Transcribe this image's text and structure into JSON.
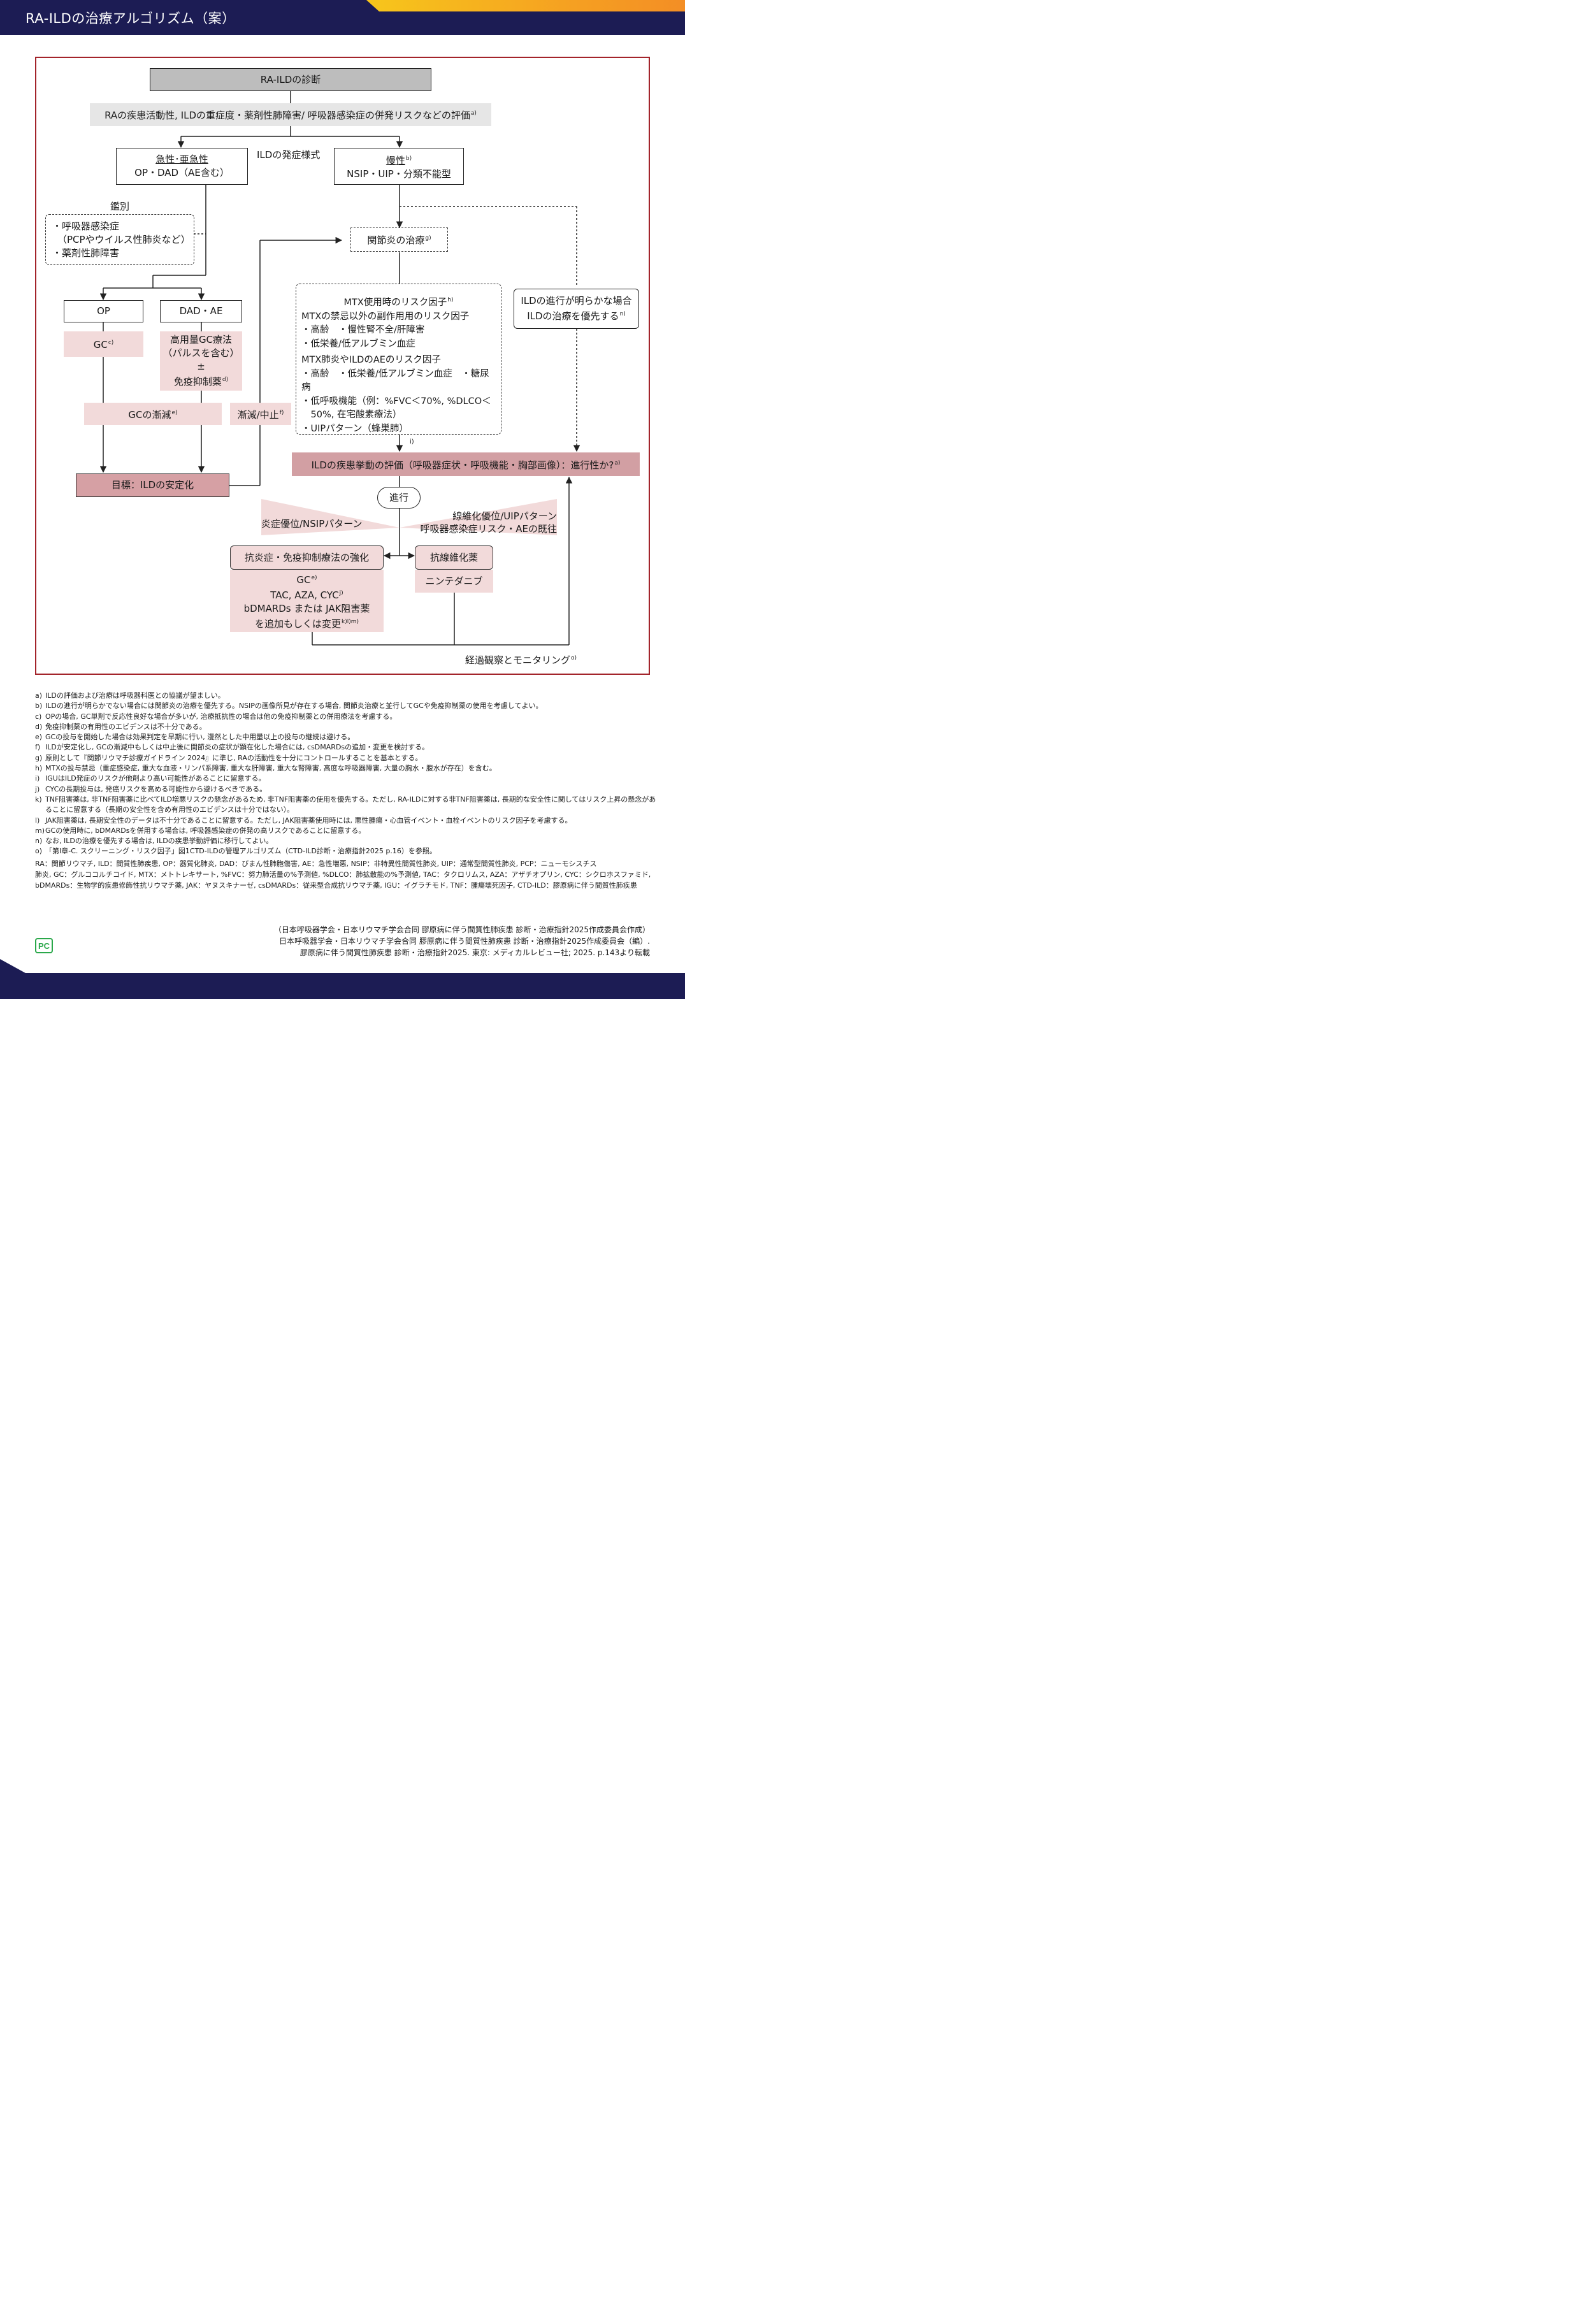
{
  "header": {
    "title": "RA-ILDの治療アルゴリズム（案）"
  },
  "flow": {
    "diagnosis": "RA-ILDの診断",
    "evaluation": "RAの疾患活動性, ILDの重症度・薬剤性肺障害/ 呼吸器感染症の併発リスクなどの評価",
    "evaluation_sup": "a)",
    "onset_label": "ILDの発症様式",
    "acute_line1": "急性･亜急性",
    "acute_line2": "OP・DAD（AE含む）",
    "chronic_line1": "慢性",
    "chronic_sup": "b)",
    "chronic_line2": "NSIP・UIP・分類不能型",
    "differential_label": "鑑別",
    "differential_items": [
      "・呼吸器感染症",
      "（PCPやウイルス性肺炎など）",
      "・薬剤性肺障害"
    ],
    "arthritis_tx": "関節炎の治療",
    "arthritis_sup": "g)",
    "op": "OP",
    "dad_ae": "DAD・AE",
    "gc": "GC",
    "gc_sup": "c)",
    "high_gc_lines": [
      "高用量GC療法",
      "（パルスを含む）",
      "±",
      "免疫抑制薬"
    ],
    "high_gc_sup": "d)",
    "gc_taper": "GCの漸減",
    "gc_taper_sup": "e)",
    "taper_stop": "漸減/中止",
    "taper_stop_sup": "f)",
    "target": "目標：ILDの安定化",
    "mtx_risk": {
      "title": "MTX使用時のリスク因子",
      "title_sup": "h)",
      "sub1": "MTXの禁忌以外の副作用用のリスク因子",
      "items1": [
        "・高齢　・慢性腎不全/肝障害",
        "・低栄養/低アルブミン血症"
      ],
      "sub2": "MTX肺炎やILDのAEのリスク因子",
      "items2": [
        "・高齢　・低栄養/低アルブミン血症　・糖尿病",
        "・低呼吸機能（例：%FVC＜70%, %DLCO＜",
        "　50%, 在宅酸素療法）",
        "・UIPパターン（蜂巣肺）"
      ]
    },
    "ild_priority_lines": [
      "ILDの進行が明らかな場合",
      "ILDの治療を優先する"
    ],
    "ild_priority_sup": "n)",
    "i_mark": "i)",
    "progression_eval": "ILDの疾患挙動の評価（呼吸器症状・呼吸機能・胸部画像）：進行性か?",
    "progression_eval_sup": "a)",
    "progress": "進行",
    "inflammation_label": "炎症優位/NSIPパターン",
    "fibrosis_label_lines": [
      "線維化優位/UIPパターン",
      "呼吸器感染症リスク・AEの既往"
    ],
    "anti_inflam": "抗炎症・免疫抑制療法の強化",
    "anti_fibrotic": "抗線維化薬",
    "nintedanib": "ニンテダニブ",
    "anti_inflam_drugs": [
      "GC",
      "TAC, AZA, CYC",
      "bDMARDs または JAK阻害薬",
      "を追加もしくは変更"
    ],
    "anti_inflam_sups": [
      "e)",
      "j)",
      "",
      "k)l)m)"
    ],
    "monitoring": "経過観察とモニタリング",
    "monitoring_sup": "o)"
  },
  "notes": [
    {
      "mark": "a)",
      "text": "ILDの評価および治療は呼吸器科医との協議が望ましい。"
    },
    {
      "mark": "b)",
      "text": "ILDの進行が明らかでない場合には関節炎の治療を優先する。NSIPの画像所見が存在する場合, 関節炎治療と並行してGCや免疫抑制薬の使用を考慮してよい。"
    },
    {
      "mark": "c)",
      "text": "OPの場合, GC単剤で反応性良好な場合が多いが, 治療抵抗性の場合は他の免疫抑制薬との併用療法を考慮する。"
    },
    {
      "mark": "d)",
      "text": "免疫抑制薬の有用性のエビデンスは不十分である。"
    },
    {
      "mark": "e)",
      "text": "GCの投与を開始した場合は効果判定を早期に行い, 漫然とした中用量以上の投与の継続は避ける。"
    },
    {
      "mark": "f)",
      "text": "ILDが安定化し, GCの漸減中もしくは中止後に関節炎の症状が顕在化した場合には, csDMARDsの追加・変更を検討する。"
    },
    {
      "mark": "g)",
      "text": "原則として『関節リウマチ診療ガイドライン 2024』に準じ, RAの活動性を十分にコントロールすることを基本とする。"
    },
    {
      "mark": "h)",
      "text": "MTXの投与禁忌（重症感染症, 重大な血液・リンパ系障害, 重大な肝障害, 重大な腎障害, 高度な呼吸器障害, 大量の胸水・腹水が存在）を含む。"
    },
    {
      "mark": "i)",
      "text": "IGUはILD発症のリスクが他剤より高い可能性があることに留意する。"
    },
    {
      "mark": "j)",
      "text": "CYCの長期投与は, 発癌リスクを高める可能性から避けるべきである。"
    },
    {
      "mark": "k)",
      "text": "TNF阻害薬は, 非TNF阻害薬に比べてILD増悪リスクの懸念があるため, 非TNF阻害薬の使用を優先する。ただし, RA-ILDに対する非TNF阻害薬は, 長期的な安全性に関してはリスク上昇の懸念があることに留意する（長期の安全性を含め有用性のエビデンスは十分ではない）。"
    },
    {
      "mark": "l)",
      "text": "JAK阻害薬は, 長期安全性のデータは不十分であることに留意する。ただし, JAK阻害薬使用時には, 悪性腫瘍・心血管イベント・血栓イベントのリスク因子を考慮する。"
    },
    {
      "mark": "m)",
      "text": "GCの使用時に, bDMARDsを併用する場合は, 呼吸器感染症の併発の高リスクであることに留意する。"
    },
    {
      "mark": "n)",
      "text": "なお, ILDの治療を優先する場合は, ILDの疾患挙動評価に移行してよい。"
    },
    {
      "mark": "o)",
      "text": "「第Ⅰ章-C. スクリーニング・リスク因子」図1CTD-ILDの管理アルゴリズム（CTD-ILD診断・治療指針2025 p.16）を参照。"
    }
  ],
  "abbreviations": [
    "RA：関節リウマチ, ILD：間質性肺疾患, OP：器質化肺炎, DAD：びまん性肺胞傷害, AE：急性増悪, NSIP：非特異性間質性肺炎, UIP：通常型間質性肺炎, PCP：ニューモシスチス",
    "肺炎, GC：グルココルチコイド, MTX：メトトレキサート, %FVC：努力肺活量の%予測値, %DLCO：肺拡散能の%予測値, TAC：タクロリムス, AZA：アザチオプリン, CYC：シクロホスファミド,",
    "bDMARDs：生物学的疾患修飾性抗リウマチ薬, JAK：ヤヌスキナーゼ, csDMARDs：従来型合成抗リウマチ薬, IGU：イグラチモド, TNF：腫瘍壊死因子, CTD-ILD：膠原病に伴う間質性肺疾患"
  ],
  "source": [
    "（日本呼吸器学会・日本リウマチ学会合同 膠原病に伴う間質性肺疾患 診断・治療指針2025作成委員会作成）",
    "日本呼吸器学会・日本リウマチ学会合同 膠原病に伴う間質性肺疾患 診断・治療指針2025作成委員会（編）.",
    "膠原病に伴う間質性肺疾患 診断・治療指針2025. 東京: メディカルレビュー社; 2025. p.143より転載"
  ],
  "logo_text": "PC",
  "colors": {
    "navy": "#1c1c54",
    "frame": "#a3242b",
    "rose": "#d6a0a4",
    "pink": "#f2dada"
  }
}
